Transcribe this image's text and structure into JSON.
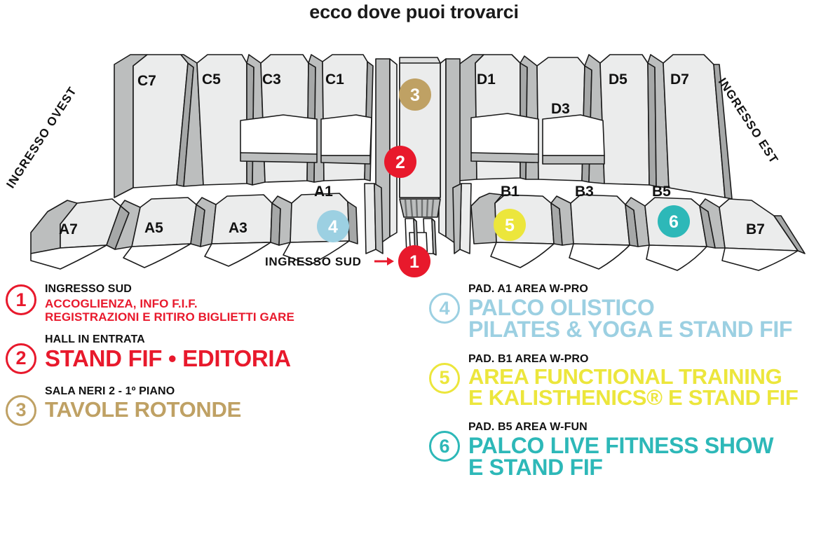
{
  "title": "ecco dove puoi trovarci",
  "colors": {
    "red": "#e8192c",
    "gold": "#bfa164",
    "lightblue": "#9cd0e2",
    "yellow": "#ece63c",
    "teal": "#2db8b8",
    "hall_face": "#ebecec",
    "hall_side": "#b9bbbb",
    "hall_side_dark": "#9fa1a1",
    "outline": "#1a1a1a",
    "black": "#111111"
  },
  "map": {
    "entrance_west": "INGRESSO OVEST",
    "entrance_east": "INGRESSO EST",
    "entrance_south": "INGRESSO SUD",
    "halls_top": [
      "C7",
      "C5",
      "C3",
      "C1",
      "D1",
      "D3",
      "D5",
      "D7"
    ],
    "halls_bottom": [
      "A7",
      "A5",
      "A3",
      "A1",
      "B1",
      "B3",
      "B5",
      "B7"
    ],
    "markers": [
      {
        "num": "1",
        "color": "#e8192c"
      },
      {
        "num": "2",
        "color": "#e8192c"
      },
      {
        "num": "3",
        "color": "#bfa164"
      },
      {
        "num": "4",
        "color": "#9cd0e2"
      },
      {
        "num": "5",
        "color": "#ece63c"
      },
      {
        "num": "6",
        "color": "#2db8b8"
      }
    ]
  },
  "legend": {
    "left": [
      {
        "num": "1",
        "color": "#e8192c",
        "sub": "INGRESSO SUD",
        "main_lines": [
          "ACCOGLIENZA, INFO F.I.F.",
          "REGISTRAZIONI E RITIRO BIGLIETTI GARE"
        ]
      },
      {
        "num": "2",
        "color": "#e8192c",
        "sub": "HALL IN ENTRATA",
        "main_lines": [
          "STAND FIF • EDITORIA"
        ]
      },
      {
        "num": "3",
        "color": "#bfa164",
        "sub": "SALA NERI 2 - 1º PIANO",
        "main_lines": [
          "TAVOLE ROTONDE"
        ]
      }
    ],
    "right": [
      {
        "num": "4",
        "color": "#9cd0e2",
        "sub": "PAD. A1 AREA W-PRO",
        "main_lines": [
          "PALCO OLISTICO",
          "PILATES & YOGA E STAND FIF"
        ]
      },
      {
        "num": "5",
        "color": "#ece63c",
        "sub": "PAD. B1 AREA W-PRO",
        "main_lines": [
          "AREA FUNCTIONAL TRAINING",
          "E KALISTHENICS® E STAND FIF"
        ]
      },
      {
        "num": "6",
        "color": "#2db8b8",
        "sub": "PAD. B5 AREA W-FUN",
        "main_lines": [
          "PALCO LIVE FITNESS SHOW",
          "E STAND FIF"
        ]
      }
    ]
  }
}
